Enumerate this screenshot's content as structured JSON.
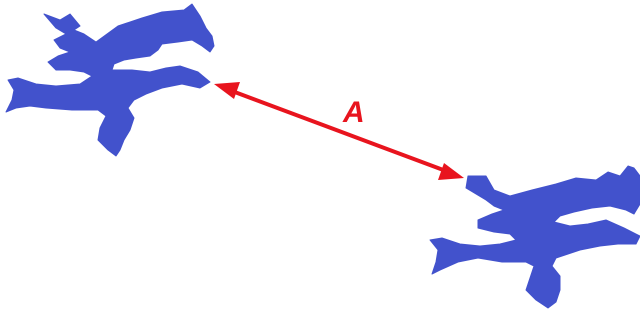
{
  "diagram": {
    "measurement_label": "A",
    "colors": {
      "shape": "#4252cc",
      "arrow": "#e8141e",
      "background": "#ffffff"
    },
    "shapes": [
      {
        "name": "irregular-blob-shape-upper-left"
      },
      {
        "name": "irregular-blob-shape-lower-right"
      }
    ],
    "arrow": {
      "style": "double-headed"
    }
  }
}
